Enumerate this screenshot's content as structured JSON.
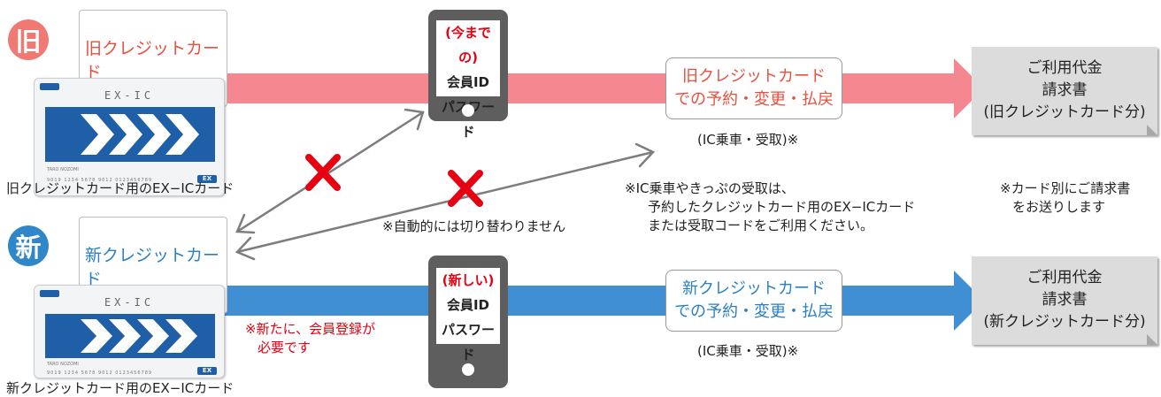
{
  "old": {
    "badge": "旧",
    "title": "旧クレジットカード",
    "card_text": "EX-IC",
    "card_name": "TARO NOZOMI",
    "card_number": "9019 1234 5678 9012    0123456789",
    "card_badge": "EX",
    "card_caption": "旧クレジットカード用のEX−ICカード",
    "phone_top": "(今までの)",
    "phone_line1": "会員ID",
    "phone_line2": "パスワード",
    "box_line1": "旧クレジットカード",
    "box_line2": "での予約・変更・払戻",
    "box_note": "(IC乗車・受取)※",
    "bill_line1": "ご利用代金",
    "bill_line2": "請求書",
    "bill_line3": "(旧クレジットカード分)"
  },
  "new": {
    "badge": "新",
    "title": "新クレジットカード",
    "card_text": "EX-IC",
    "card_name": "TARO NOZOMI",
    "card_number": "9019 1234 5678 9012    0123456789",
    "card_badge": "EX",
    "card_caption": "新クレジットカード用のEX−ICカード",
    "phone_top": "(新しい)",
    "phone_line1": "会員ID",
    "phone_line2": "パスワード",
    "box_line1": "新クレジットカード",
    "box_line2": "での予約・変更・払戻",
    "box_note": "(IC乗車・受取)※",
    "bill_line1": "ご利用代金",
    "bill_line2": "請求書",
    "bill_line3": "(新クレジットカード分)",
    "register_note_1": "※新たに、会員登録が",
    "register_note_2": "必要です"
  },
  "notes": {
    "auto_switch": "※自動的には切り替わりません",
    "ic_note_1": "※IC乗車やきっぷの受取は、",
    "ic_note_2": "予約したクレジットカード用のEX−ICカード",
    "ic_note_3": "または受取コードをご利用ください。",
    "bill_note_1": "※カード別にご請求書",
    "bill_note_2": "をお送りします"
  },
  "colors": {
    "old_band": "#f4878f",
    "old_badge": "#ef7a74",
    "old_text": "#e8503f",
    "new_band": "#3f8fd2",
    "new_badge": "#2f86c9",
    "new_text": "#2a7fc3",
    "cross": "#e60012",
    "red_note": "#e60012"
  }
}
